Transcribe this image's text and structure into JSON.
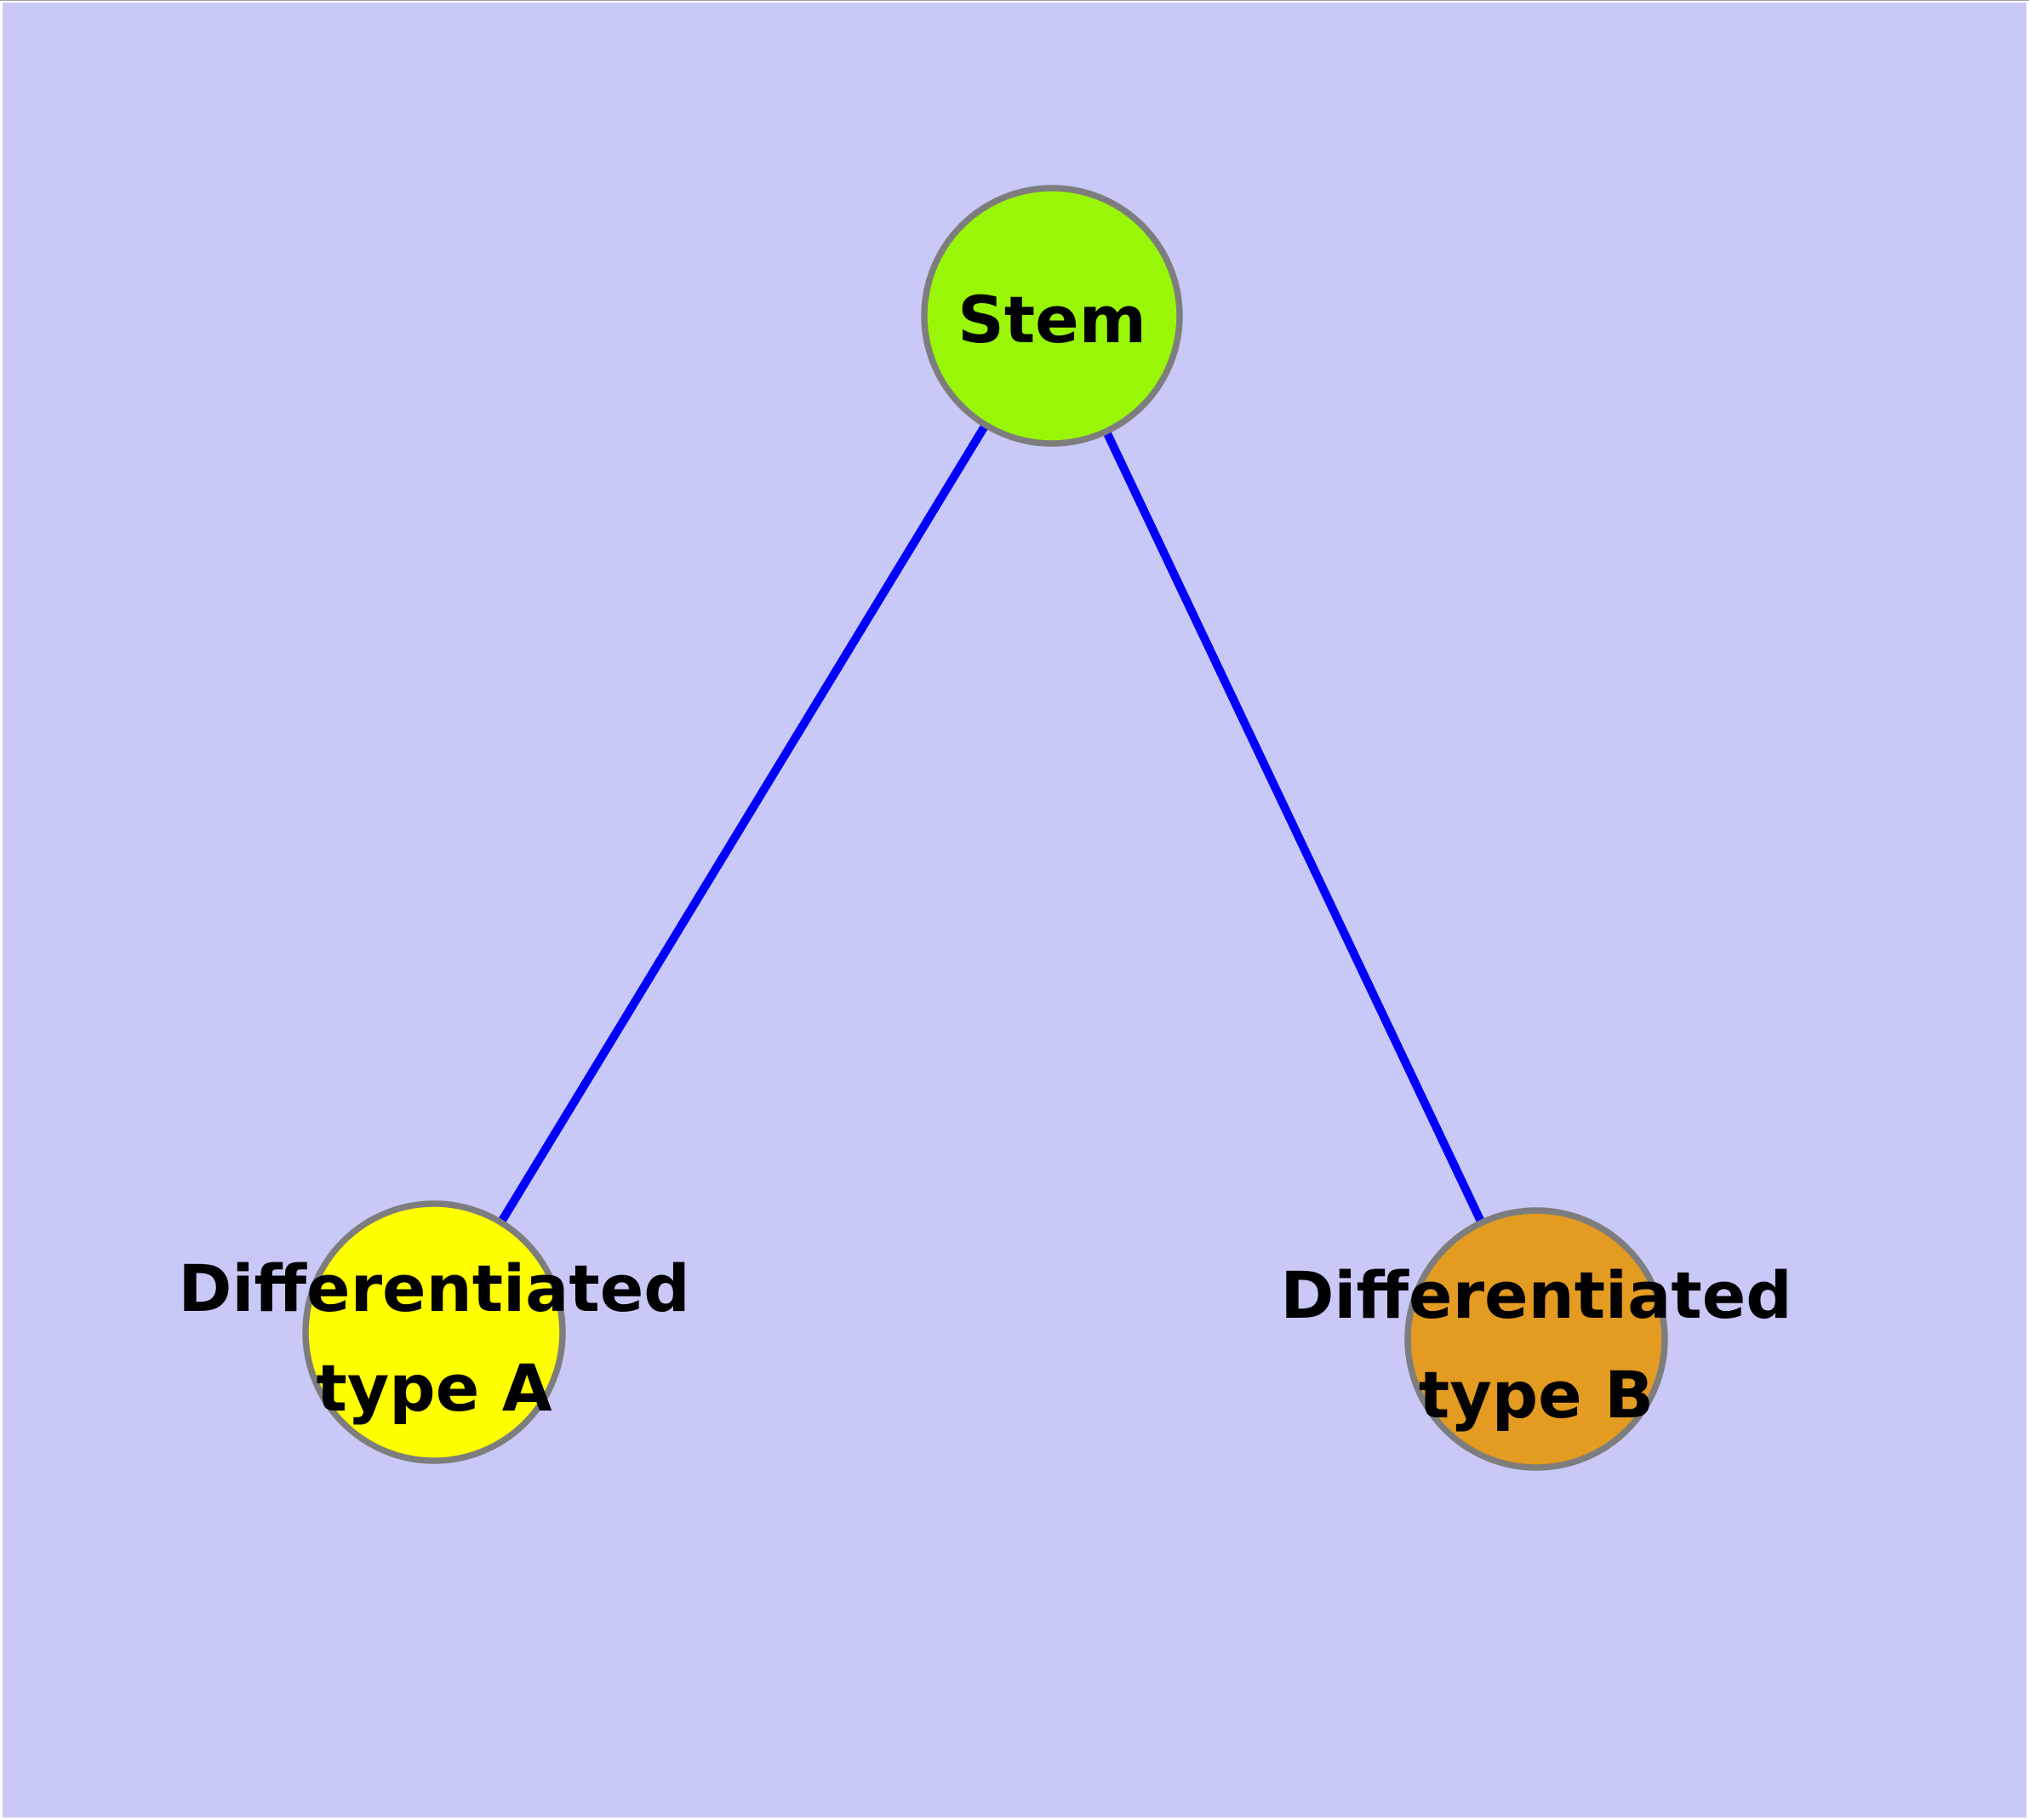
{
  "diagram": {
    "nodes": {
      "stem": {
        "label": "Stem",
        "fill": "#99F607"
      },
      "type_a": {
        "label": "Differentiated type A",
        "label_line1": "Differentiated",
        "label_line2": "type A",
        "fill": "#FFFF00"
      },
      "type_b": {
        "label": "Differentiated type B",
        "label_line1": "Differentiated",
        "label_line2": "type B",
        "fill": "#E39B21"
      }
    },
    "edges": [
      {
        "from": "Stem",
        "to": "Differentiated type A"
      },
      {
        "from": "Stem",
        "to": "Differentiated type B"
      }
    ],
    "colors": {
      "background": "#C9C9F8",
      "edge": "#0000FB",
      "node_border": "#7D7D7D",
      "label_text": "#000000"
    }
  }
}
